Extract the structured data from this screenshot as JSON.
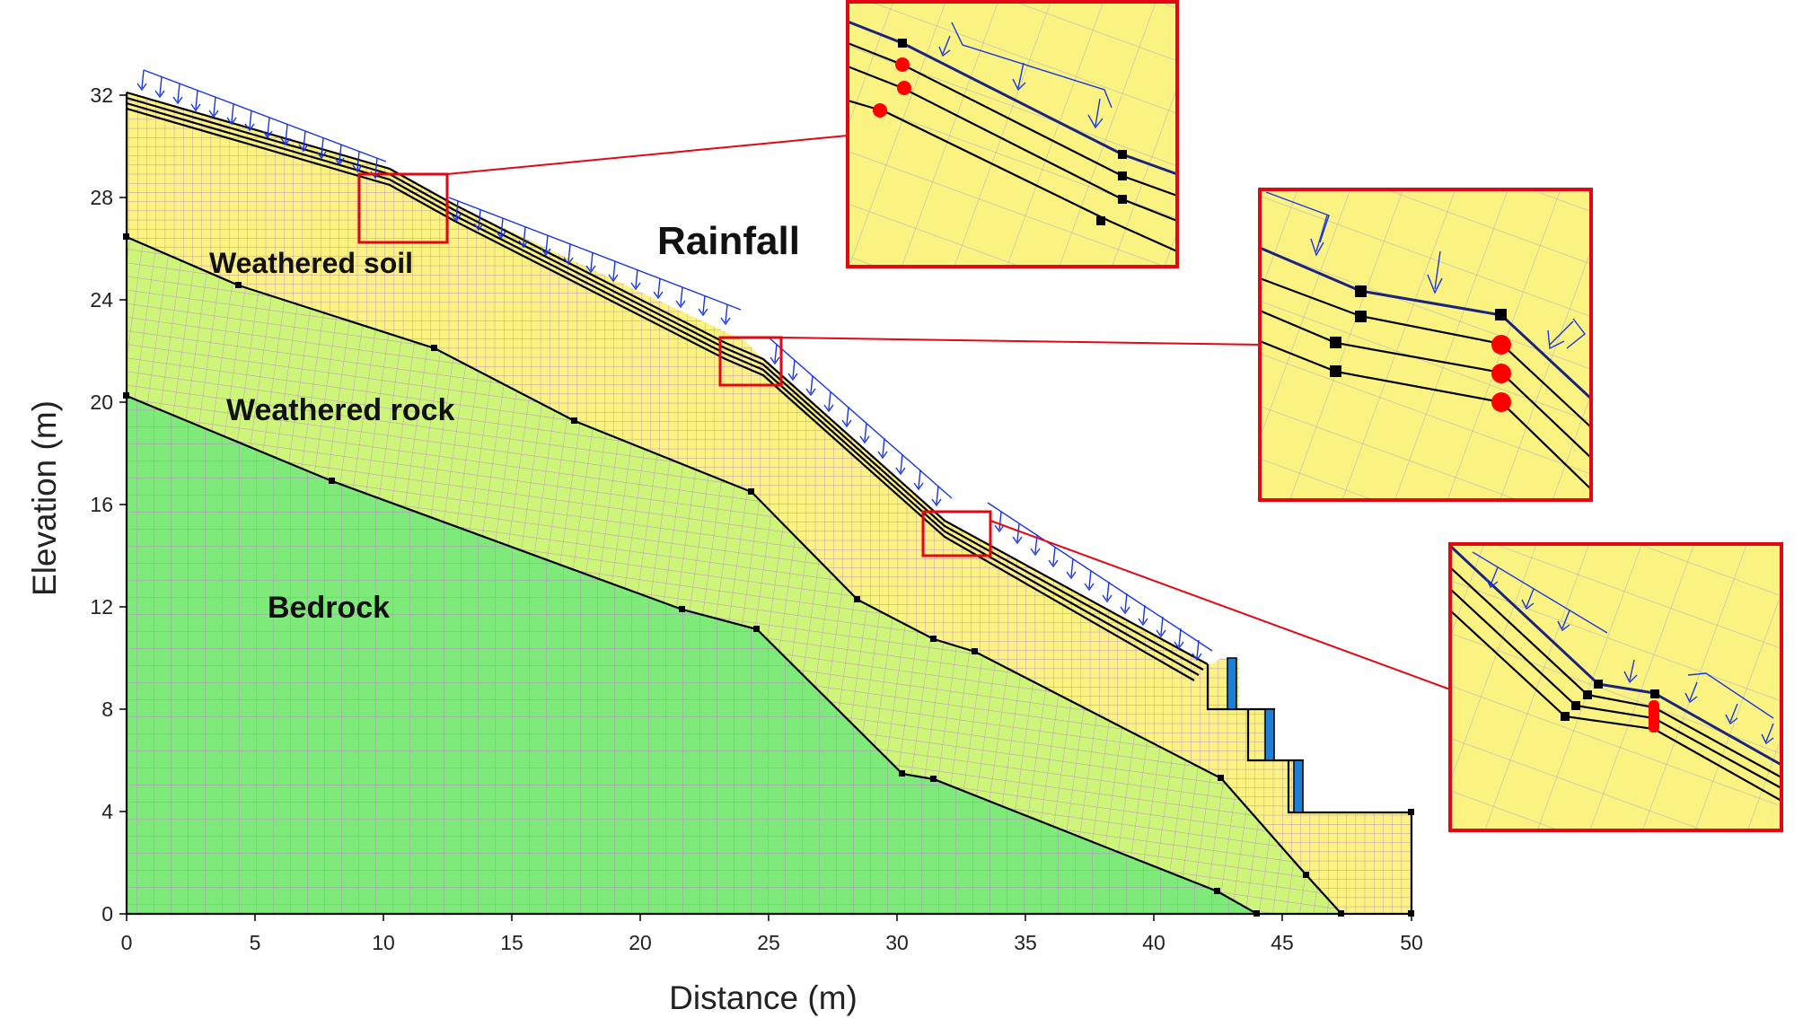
{
  "figure": {
    "rainfall_label": "Rainfall",
    "layer_labels": {
      "weathered_soil": "Weathered soil",
      "weathered_rock": "Weathered rock",
      "bedrock": "Bedrock"
    },
    "x_axis_title": "Distance (m)",
    "y_axis_title": "Elevation (m)",
    "x_ticks": [
      "0",
      "5",
      "10",
      "15",
      "20",
      "25",
      "30",
      "35",
      "40",
      "45",
      "50"
    ],
    "y_ticks": [
      "0",
      "4",
      "8",
      "12",
      "16",
      "20",
      "24",
      "28",
      "32"
    ],
    "colors": {
      "weathered_soil": "#fbf381",
      "weathered_rock": "#cdf57a",
      "bedrock": "#7eea7a",
      "mesh": "#c28fc7",
      "rainfall_arrows": "#1a35e6",
      "highlight_box": "#e30613",
      "wall": "#1e7fd8",
      "monitor_point": "#ff0000"
    }
  }
}
